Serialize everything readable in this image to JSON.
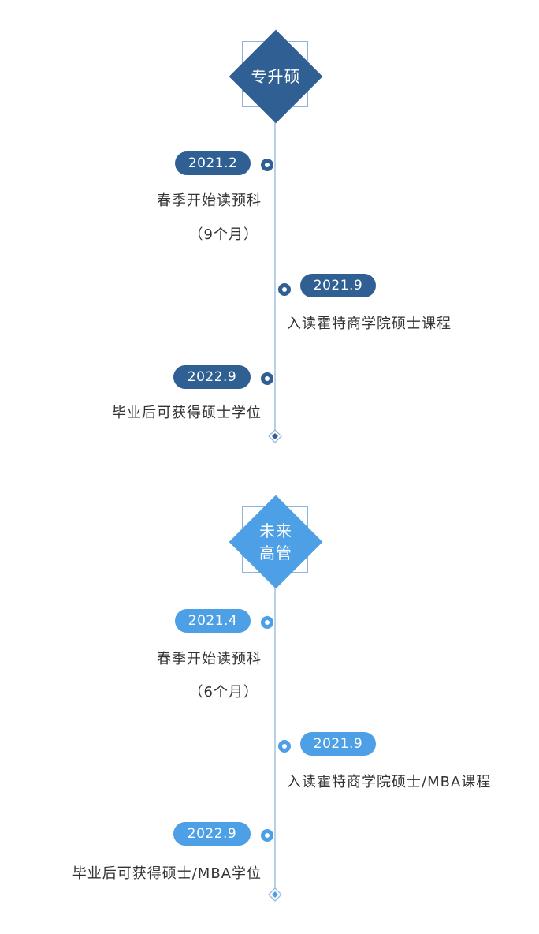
{
  "sections": [
    {
      "title": "专升硕",
      "items": [
        {
          "date": "2021.2",
          "lines": [
            "春季开始读预科",
            "（9个月）"
          ]
        },
        {
          "date": "2021.9",
          "lines": [
            "入读霍特商学院硕士课程"
          ]
        },
        {
          "date": "2022.9",
          "lines": [
            "毕业后可获得硕士学位"
          ]
        }
      ]
    },
    {
      "title_lines": [
        "未来",
        "高管"
      ],
      "items": [
        {
          "date": "2021.4",
          "lines": [
            "春季开始读预科",
            "（6个月）"
          ]
        },
        {
          "date": "2021.9",
          "lines": [
            "入读霍特商学院硕士/MBA课程"
          ]
        },
        {
          "date": "2022.9",
          "lines": [
            "毕业后可获得硕士/MBA学位"
          ]
        }
      ]
    }
  ],
  "colors": {
    "dark_accent": "#2f5f93",
    "light_accent": "#4ea0e6",
    "line": "#b7d2e6"
  },
  "icons": {
    "timeline_dot": "ring-dot-icon",
    "end_marker": "diamond-end-icon"
  }
}
